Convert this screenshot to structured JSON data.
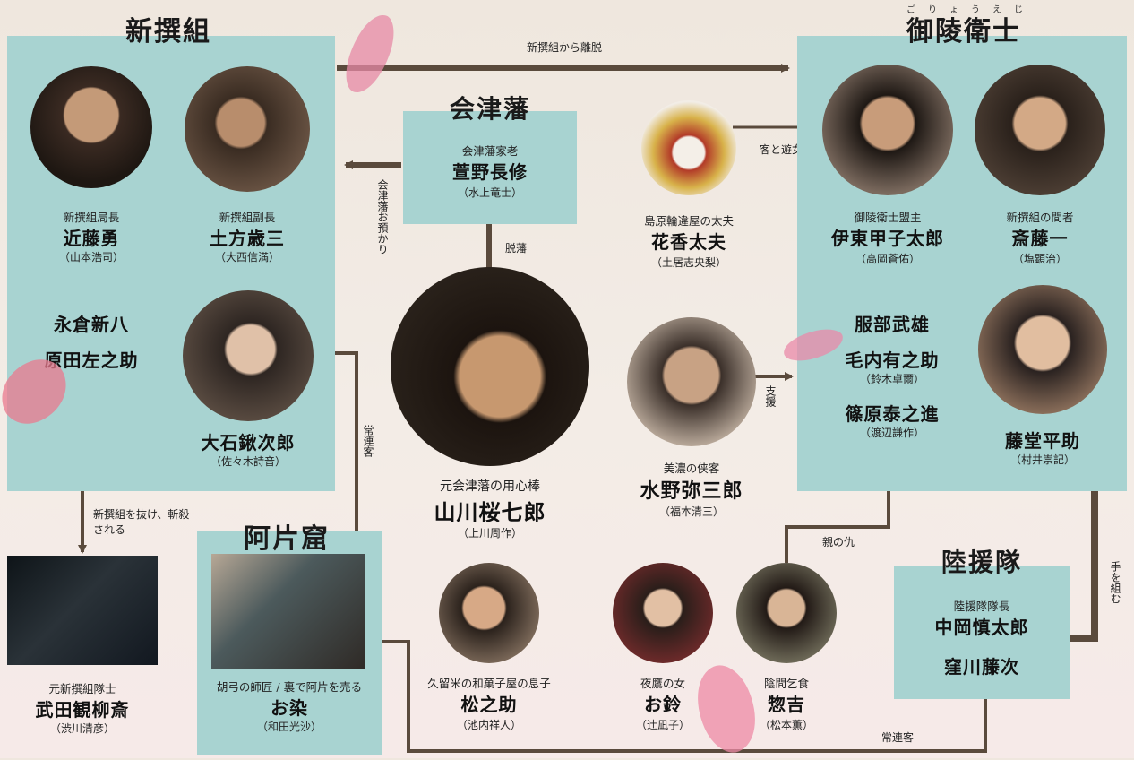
{
  "groups": {
    "shinsengumi": "新撰組",
    "goryo": "御陵衛士",
    "goryo_ruby": "ごりょうえじ",
    "aizu": "会津藩",
    "ahen": "阿片窟",
    "rikuentai": "陸援隊"
  },
  "relations": {
    "defect": "新撰組から離脱",
    "aizu_custody": "会津藩お預かり",
    "dappan": "脱藩",
    "customer_courtesan": "客と遊女",
    "support": "支援",
    "regular1": "常連客",
    "regular2": "常連客",
    "left_killed": "新撰組を抜け、斬殺される",
    "revenge": "親の仇",
    "alliance": "手を組む"
  },
  "people": {
    "kondo": {
      "role": "新撰組局長",
      "name": "近藤勇",
      "actor": "（山本浩司）"
    },
    "hijikata": {
      "role": "新撰組副長",
      "name": "土方歳三",
      "actor": "（大西信満）"
    },
    "nagakura": {
      "name": "永倉新八"
    },
    "harada": {
      "name": "原田左之助"
    },
    "oishi": {
      "name": "大石鍬次郎",
      "actor": "（佐々木詩音）"
    },
    "kayano": {
      "role": "会津藩家老",
      "name": "萱野長修",
      "actor": "（水上竜士）"
    },
    "yamakawa": {
      "role": "元会津藩の用心棒",
      "name": "山川桜七郎",
      "actor": "（上川周作）"
    },
    "hanaka": {
      "role": "島原輪違屋の太夫",
      "name": "花香太夫",
      "actor": "（土居志央梨）"
    },
    "mizuno": {
      "role": "美濃の侠客",
      "name": "水野弥三郎",
      "actor": "（福本清三）"
    },
    "ito": {
      "role": "御陵衛士盟主",
      "name": "伊東甲子太郎",
      "actor": "（高岡蒼佑）"
    },
    "saito": {
      "role": "新撰組の間者",
      "name": "斎藤一",
      "actor": "（塩顕治）"
    },
    "hattori": {
      "name": "服部武雄"
    },
    "mouchi": {
      "name": "毛内有之助",
      "actor": "（鈴木卓爾）"
    },
    "shinohara": {
      "name": "篠原泰之進",
      "actor": "（渡辺謙作）"
    },
    "todo": {
      "name": "藤堂平助",
      "actor": "（村井崇記）"
    },
    "takeda": {
      "role": "元新撰組隊士",
      "name": "武田観柳斎",
      "actor": "（渋川清彦）"
    },
    "osome": {
      "role": "胡弓の師匠 / 裏で阿片を売る",
      "name": "お染",
      "actor": "（和田光沙）"
    },
    "matsunosuke": {
      "role": "久留米の和菓子屋の息子",
      "name": "松之助",
      "actor": "（池内祥人）"
    },
    "osuzu": {
      "role": "夜鷹の女",
      "name": "お鈴",
      "actor": "（辻凪子）"
    },
    "sokichi": {
      "role": "陰間乞食",
      "name": "惣吉",
      "actor": "（松本薫）"
    },
    "nakaoka": {
      "role": "陸援隊隊長",
      "name": "中岡慎太郎"
    },
    "kubokawa": {
      "name": "窪川藤次"
    }
  },
  "colors": {
    "panel": "#a8d3d1",
    "arrow": "#5a4a3c",
    "background": "#efe7de",
    "petal": "#e78aa6"
  }
}
